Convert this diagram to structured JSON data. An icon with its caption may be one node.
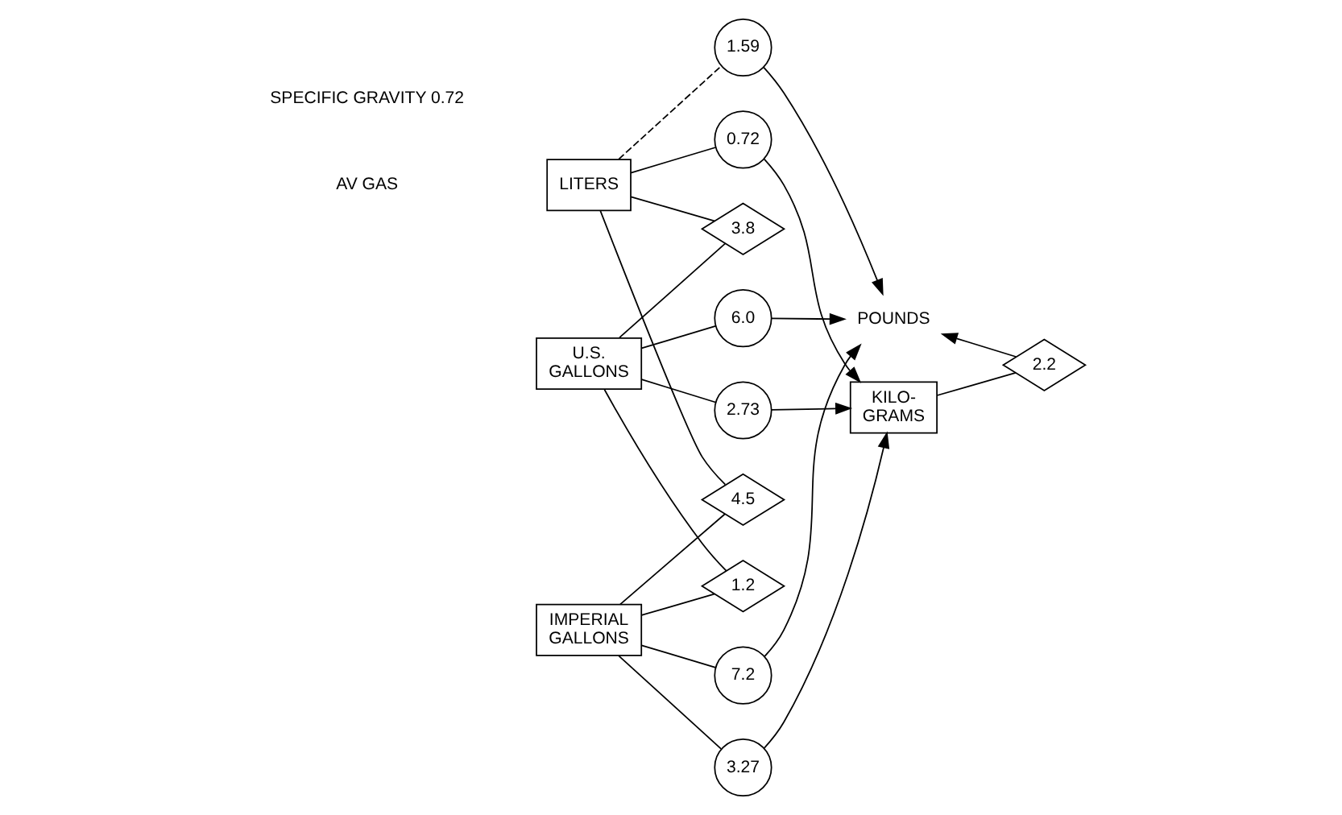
{
  "diagram": {
    "nodes": [
      {
        "text": [
          "LITERS"
        ]
      },
      {
        "text": [
          "1.59"
        ]
      },
      {
        "text": [
          "POUNDS"
        ]
      },
      {
        "text": [
          "3.8"
        ]
      },
      {
        "text": [
          "4.5"
        ]
      },
      {
        "text": [
          "6.0"
        ]
      },
      {
        "text": [
          "U.S. GALLONS"
        ]
      },
      {
        "text": [
          "7.2"
        ]
      },
      {
        "text": [
          "2.2"
        ]
      },
      {
        "text": [
          "0.72"
        ]
      },
      {
        "text": [
          "1.2"
        ]
      },
      {
        "text": [
          "2.73"
        ]
      },
      {
        "text": [
          "IMPERIAL GALLONS"
        ]
      },
      {
        "text": [
          "3.27"
        ]
      },
      {
        "text": [
          "KILO- GRAMS"
        ]
      }
    ],
    "edges": [
      {
        "from": 0,
        "to": 1,
        "arrow": "none",
        "style": "dashed"
      },
      {
        "from": 1,
        "to": 2,
        "arrow": "to"
      },
      {
        "from": 6,
        "to": 5,
        "arrow": "none"
      },
      {
        "from": 5,
        "to": 2,
        "arrow": "to"
      },
      {
        "from": 12,
        "to": 7,
        "arrow": "none"
      },
      {
        "from": 7,
        "to": 2,
        "arrow": "to"
      },
      {
        "from": 0,
        "to": 9,
        "arrow": "none"
      },
      {
        "from": 9,
        "to": 14,
        "arrow": "to"
      },
      {
        "from": 6,
        "to": 11,
        "arrow": "none"
      },
      {
        "from": 11,
        "to": 14,
        "arrow": "to"
      },
      {
        "from": 12,
        "to": 13,
        "arrow": "none"
      },
      {
        "from": 13,
        "to": 14,
        "arrow": "to"
      },
      {
        "from": 0,
        "to": 3,
        "arrow": "none"
      },
      {
        "from": 3,
        "to": 6,
        "arrow": "none"
      },
      {
        "from": 0,
        "to": 4,
        "arrow": "none"
      },
      {
        "from": 4,
        "to": 12,
        "arrow": "none"
      },
      {
        "from": 6,
        "to": 10,
        "arrow": "none"
      },
      {
        "from": 10,
        "to": 12,
        "arrow": "none"
      },
      {
        "from": 14,
        "to": 8,
        "arrow": "none"
      },
      {
        "from": 8,
        "to": 2,
        "arrow": "to"
      }
    ],
    "labels": [
      "AV GAS",
      "SPECIFIC GRAVITY 0.72"
    ]
  }
}
